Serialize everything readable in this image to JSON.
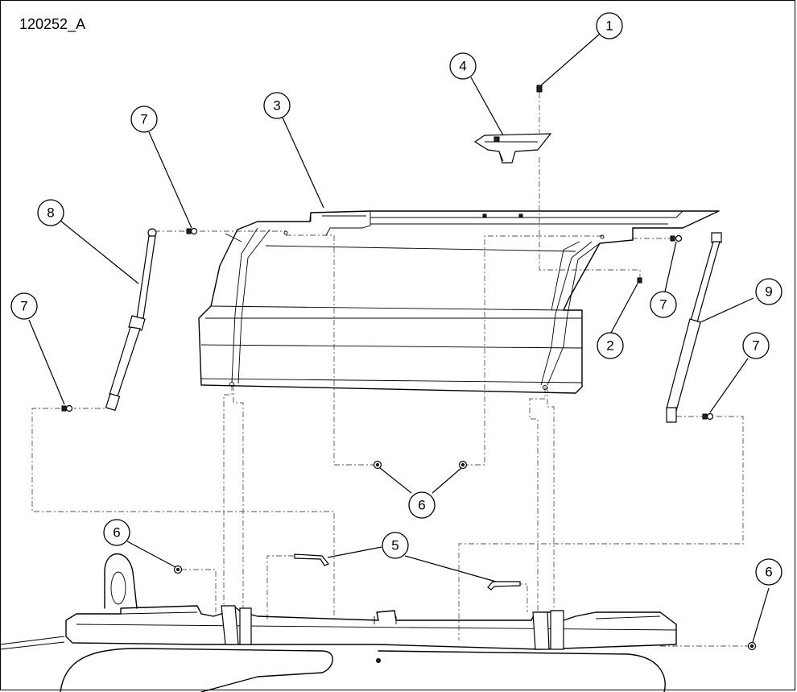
{
  "drawing": {
    "id": "120252_A"
  },
  "callouts": {
    "c1": "1",
    "c2": "2",
    "c3": "3",
    "c4": "4",
    "c5": "5",
    "c6a": "6",
    "c6b": "6",
    "c6c": "6",
    "c7a": "7",
    "c7b": "7",
    "c7c": "7",
    "c7d": "7",
    "c8": "8",
    "c9": "9"
  }
}
